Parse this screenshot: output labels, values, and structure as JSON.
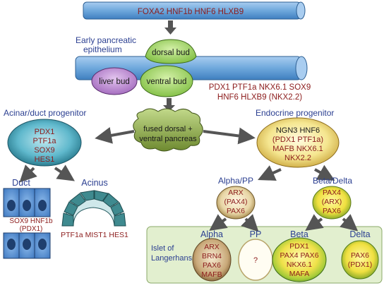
{
  "top_tube": {
    "factors": "FOXA2  HNF1b  HNF6  HLXB9"
  },
  "stage_early": {
    "line1": "Early pancreatic",
    "line2": "epithelium"
  },
  "dorsal_bud": "dorsal bud",
  "liver_bud": "liver bud",
  "ventral_bud": "ventral bud",
  "bud_factors": {
    "line1": "PDX1 PTF1a NKX6.1 SOX9",
    "line2": "HNF6 HLXB9 (NKX2.2)"
  },
  "fused": {
    "line1": "fused dorsal +",
    "line2": "ventral pancreas"
  },
  "acinar_duct": {
    "title": "Acinar/duct progenitor",
    "factors": [
      "PDX1",
      "PTF1a",
      "SOX9",
      "HES1"
    ]
  },
  "endocrine": {
    "title": "Endocrine progenitor",
    "factors": [
      "NGN3 HNF6",
      "(PDX1 PTF1a)",
      "MAFB NKX6.1",
      "NKX2.2"
    ]
  },
  "duct": {
    "title": "Duct",
    "factors_line1": "SOX9 HNF1b",
    "factors_line2": "(PDX1)"
  },
  "acinus": {
    "title": "Acinus",
    "factors": "PTF1a MIST1 HES1"
  },
  "alpha_pp": {
    "title": "Alpha/PP",
    "factors": [
      "ARX",
      "(PAX4)",
      "PAX6"
    ]
  },
  "beta_delta": {
    "title": "Beta/Delta",
    "factors": [
      "PAX4",
      "(ARX)",
      "PAX6"
    ]
  },
  "islet": {
    "label_line1": "Islet of",
    "label_line2": "Langerhans",
    "alpha": {
      "title": "Alpha",
      "factors": [
        "ARX",
        "BRN4",
        "PAX6",
        "MAFB"
      ]
    },
    "pp": {
      "title": "PP",
      "factors": [
        "?"
      ]
    },
    "beta": {
      "title": "Beta",
      "factors": [
        "PDX1",
        "PAX4 PAX6",
        "NKX6.1",
        "MAFA"
      ]
    },
    "delta": {
      "title": "Delta",
      "factors": [
        "PAX6",
        "(PDX1)"
      ]
    }
  },
  "colors": {
    "tube": "#6fa8dc",
    "bud_green": "#9ad35a",
    "liver_purple": "#b07cc6",
    "fused_green": "#7f9a3d",
    "acinar_teal": "#2f8ea0",
    "endocrine_yellow": "#f3e07a",
    "islet_bg": "#e2efcf",
    "factor_red": "#8c1c1c",
    "title_blue": "#2b3f91"
  }
}
